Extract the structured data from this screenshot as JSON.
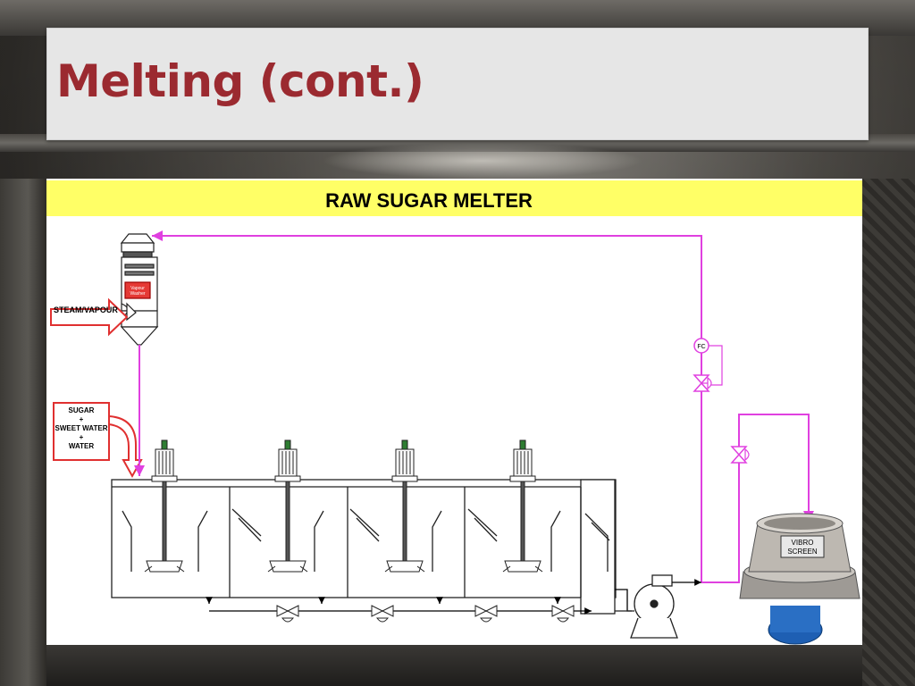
{
  "slide": {
    "title": "Melting (cont.)"
  },
  "diagram": {
    "heading": "RAW SUGAR MELTER",
    "labels": {
      "steam": "STEAM/VAPOUR",
      "feed": [
        "SUGAR",
        "+",
        "SWEET WATER",
        "+",
        "WATER"
      ],
      "vibro": [
        "VIBRO",
        "SCREEN"
      ],
      "fc": "FC",
      "scrubber": [
        "Vapour",
        "Washer"
      ]
    },
    "colors": {
      "banner": "#ffff66",
      "title": "#9b2a30",
      "process_line": "#e040e0",
      "arrow": "#e03030"
    }
  }
}
